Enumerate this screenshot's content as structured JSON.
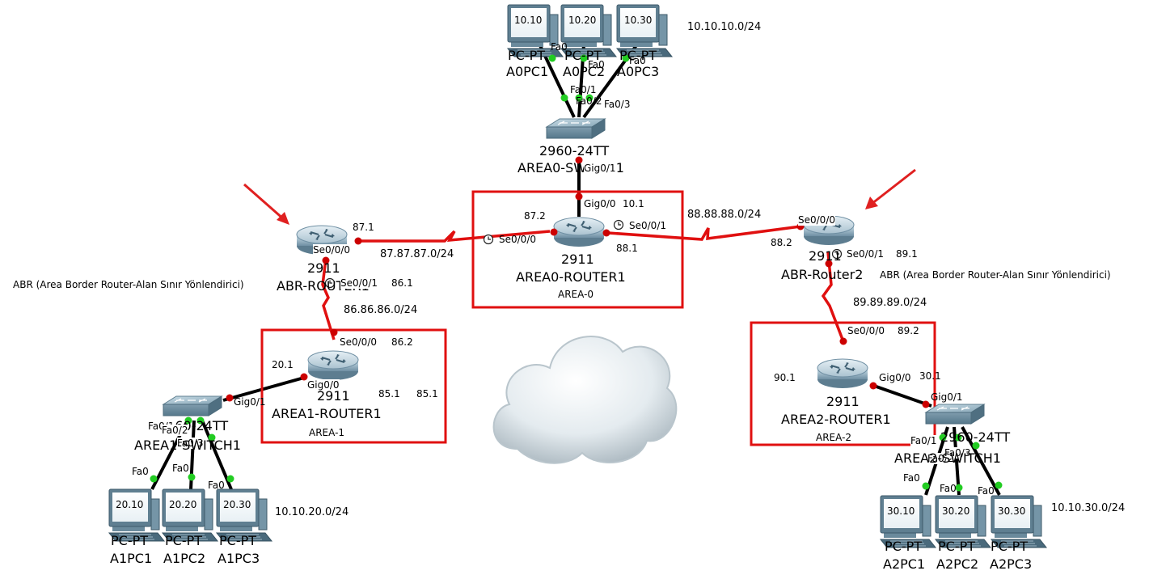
{
  "links": {
    "pc_fa": "Fa0",
    "area0_switch_ports": [
      "Fa0/1",
      "Fa0/2",
      "Fa0/3"
    ],
    "area0_switch_uplink": "Gig0/1",
    "area0_router_lan": "Gig0/0",
    "area0_router_lan_ip": "10.1",
    "area0_router_se000": "Se0/0/0",
    "area0_router_se001": "Se0/0/1",
    "area0_router_ip_left": "87.2",
    "area0_router_ip_right": "88.1",
    "abr1_se000": "Se0/0/0",
    "abr1_se000_ip": "87.1",
    "abr1_se001": "Se0/0/1",
    "abr1_se001_ip": "86.1",
    "abr2_se000": "Se0/0/0",
    "abr2_se000_ip": "88.2",
    "abr2_se001": "Se0/0/1",
    "abr2_se001_ip": "89.1",
    "area1_router_se000": "Se0/0/0",
    "area1_router_se000_ip": "86.2",
    "area1_router_gig00": "Gig0/0",
    "area1_router_gig00_ip": "20.1",
    "area1_router_extra_ip_a": "85.1",
    "area1_router_extra_ip_b": "85.1",
    "area1_switch_uplink": "Gig0/1",
    "area1_switch_ports": [
      "Fa0/1",
      "Fa0/2",
      "Fa0/3"
    ],
    "area2_router_se000": "Se0/0/0",
    "area2_router_se000_ip": "89.2",
    "area2_router_gig00": "Gig0/0",
    "area2_router_gig00_ip": "30.1",
    "area2_router_left_ip": "90.1",
    "area2_switch_uplink": "Gig0/1",
    "area2_switch_ports": [
      "Fa0/1",
      "Fa0/2",
      "Fa0/3"
    ]
  },
  "networks": {
    "net_87": "87.87.87.0/24",
    "net_88": "88.88.88.0/24",
    "net_86": "86.86.86.0/24",
    "net_89": "89.89.89.0/24",
    "lan_area0": "10.10.10.0/24",
    "lan_area1": "10.10.20.0/24",
    "lan_area2": "10.10.30.0/24"
  },
  "devices": {
    "area0_switch": {
      "model": "2960-24TT",
      "name": "AREA0-SWITCH1"
    },
    "area0_router": {
      "model": "2911",
      "name": "AREA0-ROUTER1"
    },
    "abr1": {
      "model": "2911",
      "name": "ABR-ROUTER1"
    },
    "abr2": {
      "model": "2911",
      "name": "ABR-Router2"
    },
    "area1_router": {
      "model": "2911",
      "name": "AREA1-ROUTER1"
    },
    "area2_router": {
      "model": "2911",
      "name": "AREA2-ROUTER1"
    },
    "area1_switch": {
      "model": "2960-24TT",
      "name": "AREA1-SWITCH1"
    },
    "area2_switch": {
      "model": "2960-24TT",
      "name": "AREA2-SWITCH1"
    }
  },
  "pcs": {
    "area0": [
      {
        "screen": "10.10",
        "type": "PC-PT",
        "name": "A0PC1"
      },
      {
        "screen": "10.20",
        "type": "PC-PT",
        "name": "A0PC2"
      },
      {
        "screen": "10.30",
        "type": "PC-PT",
        "name": "A0PC3"
      }
    ],
    "area1": [
      {
        "screen": "20.10",
        "type": "PC-PT",
        "name": "A1PC1"
      },
      {
        "screen": "20.20",
        "type": "PC-PT",
        "name": "A1PC2"
      },
      {
        "screen": "20.30",
        "type": "PC-PT",
        "name": "A1PC3"
      }
    ],
    "area2": [
      {
        "screen": "30.10",
        "type": "PC-PT",
        "name": "A2PC1"
      },
      {
        "screen": "30.20",
        "type": "PC-PT",
        "name": "A2PC2"
      },
      {
        "screen": "30.30",
        "type": "PC-PT",
        "name": "A2PC3"
      }
    ]
  },
  "areas": {
    "area0": "AREA-0",
    "area1": "AREA-1",
    "area2": "AREA-2"
  },
  "notes": {
    "abr_left": "ABR (Area Border Router-Alan Sınır Yönlendirici)",
    "abr_right": "ABR (Area Border Router-Alan Sınır Yönlendirici)"
  },
  "colors": {
    "serial_link": "#e01010",
    "ethernet_link": "#000000",
    "port_up": "#22cc22",
    "port_serial": "#cc0000",
    "area_box": "#e01010",
    "arrow": "#e02020"
  }
}
